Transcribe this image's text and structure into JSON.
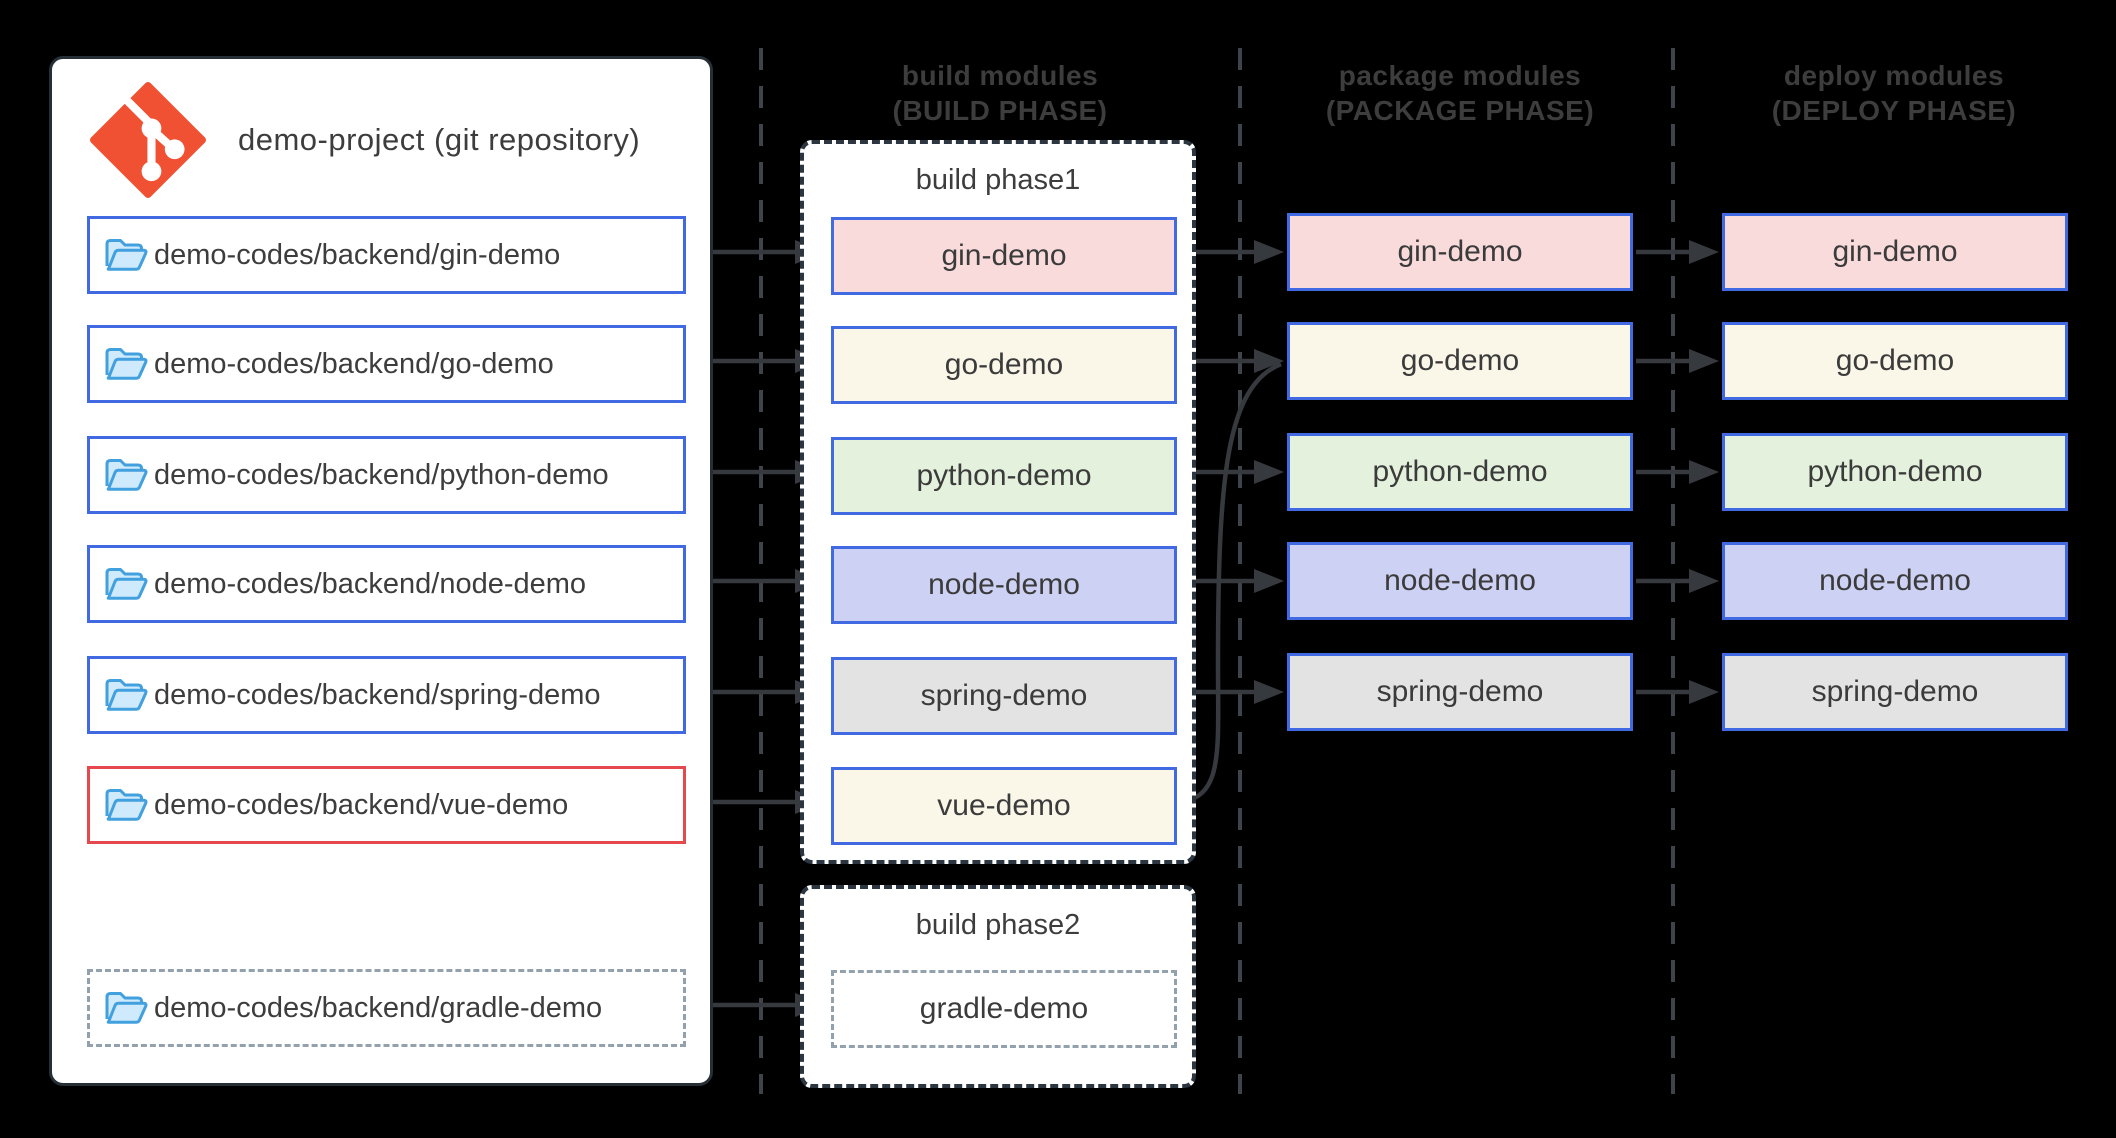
{
  "repo": {
    "title": "demo-project  (git repository)",
    "icon": "git-logo",
    "items": [
      {
        "label": "demo-codes/backend/gin-demo",
        "icon": "folder",
        "border_style": "solid-blue"
      },
      {
        "label": "demo-codes/backend/go-demo",
        "icon": "folder",
        "border_style": "solid-blue"
      },
      {
        "label": "demo-codes/backend/python-demo",
        "icon": "folder",
        "border_style": "solid-blue"
      },
      {
        "label": "demo-codes/backend/node-demo",
        "icon": "folder",
        "border_style": "solid-blue"
      },
      {
        "label": "demo-codes/backend/spring-demo",
        "icon": "folder",
        "border_style": "solid-blue"
      },
      {
        "label": "demo-codes/backend/vue-demo",
        "icon": "folder",
        "border_style": "solid-red"
      },
      {
        "label": "demo-codes/backend/gradle-demo",
        "icon": "folder",
        "border_style": "dashed-gray"
      }
    ]
  },
  "columns": [
    {
      "id": "build",
      "header_line1": "build modules",
      "header_line2": "(BUILD PHASE)"
    },
    {
      "id": "package",
      "header_line1": "package modules",
      "header_line2": "(PACKAGE PHASE)"
    },
    {
      "id": "deploy",
      "header_line1": "deploy modules",
      "header_line2": "(DEPLOY PHASE)"
    }
  ],
  "build": {
    "phase1": {
      "title": "build phase1",
      "modules": [
        {
          "label": "gin-demo",
          "bg": "#f9dbdc"
        },
        {
          "label": "go-demo",
          "bg": "#faf6e8"
        },
        {
          "label": "python-demo",
          "bg": "#e4f1dd"
        },
        {
          "label": "node-demo",
          "bg": "#cdd2f4"
        },
        {
          "label": "spring-demo",
          "bg": "#e3e3e3"
        },
        {
          "label": "vue-demo",
          "bg": "#faf6e8"
        }
      ]
    },
    "phase2": {
      "title": "build phase2",
      "modules": [
        {
          "label": "gradle-demo",
          "bg": "#ffffff",
          "border_style": "dashed-gray"
        }
      ]
    }
  },
  "package": {
    "modules": [
      {
        "label": "gin-demo",
        "bg": "#f9dbdc"
      },
      {
        "label": "go-demo",
        "bg": "#faf6e8"
      },
      {
        "label": "python-demo",
        "bg": "#e4f1dd"
      },
      {
        "label": "node-demo",
        "bg": "#cdd2f4"
      },
      {
        "label": "spring-demo",
        "bg": "#e3e3e3"
      }
    ]
  },
  "deploy": {
    "modules": [
      {
        "label": "gin-demo",
        "bg": "#f9dbdc"
      },
      {
        "label": "go-demo",
        "bg": "#faf6e8"
      },
      {
        "label": "python-demo",
        "bg": "#e4f1dd"
      },
      {
        "label": "node-demo",
        "bg": "#cdd2f4"
      },
      {
        "label": "spring-demo",
        "bg": "#e3e3e3"
      }
    ]
  },
  "connections": [
    {
      "from": "repo:gin-demo",
      "to": "build:gin-demo"
    },
    {
      "from": "repo:go-demo",
      "to": "build:go-demo"
    },
    {
      "from": "repo:python-demo",
      "to": "build:python-demo"
    },
    {
      "from": "repo:node-demo",
      "to": "build:node-demo"
    },
    {
      "from": "repo:spring-demo",
      "to": "build:spring-demo"
    },
    {
      "from": "repo:vue-demo",
      "to": "build:vue-demo"
    },
    {
      "from": "repo:gradle-demo",
      "to": "build:gradle-demo"
    },
    {
      "from": "build:gin-demo",
      "to": "package:gin-demo"
    },
    {
      "from": "build:go-demo",
      "to": "package:go-demo"
    },
    {
      "from": "build:python-demo",
      "to": "package:python-demo"
    },
    {
      "from": "build:node-demo",
      "to": "package:node-demo"
    },
    {
      "from": "build:spring-demo",
      "to": "package:spring-demo"
    },
    {
      "from": "build:vue-demo",
      "to": "package:go-demo",
      "shape": "curved"
    },
    {
      "from": "package:gin-demo",
      "to": "deploy:gin-demo"
    },
    {
      "from": "package:go-demo",
      "to": "deploy:go-demo"
    },
    {
      "from": "package:python-demo",
      "to": "deploy:python-demo"
    },
    {
      "from": "package:node-demo",
      "to": "deploy:node-demo"
    },
    {
      "from": "package:spring-demo",
      "to": "deploy:spring-demo"
    }
  ],
  "colors": {
    "background": "#000000",
    "panel_bg": "#ffffff",
    "border_blue": "#4169e1",
    "border_red": "#e5484d",
    "border_dashed_gray": "#93a1ad",
    "phase_panel_border": "#2b3640",
    "text_dark": "#3d3d3d",
    "arrow": "#36393e",
    "separator": "#3f444a",
    "git_orange": "#f05133",
    "folder_fill": "#cfeafd",
    "folder_stroke": "#41a0dd",
    "module_pink": "#f9dbdc",
    "module_cream": "#faf6e8",
    "module_green": "#e4f1dd",
    "module_lavender": "#cdd2f4",
    "module_gray": "#e3e3e3"
  }
}
